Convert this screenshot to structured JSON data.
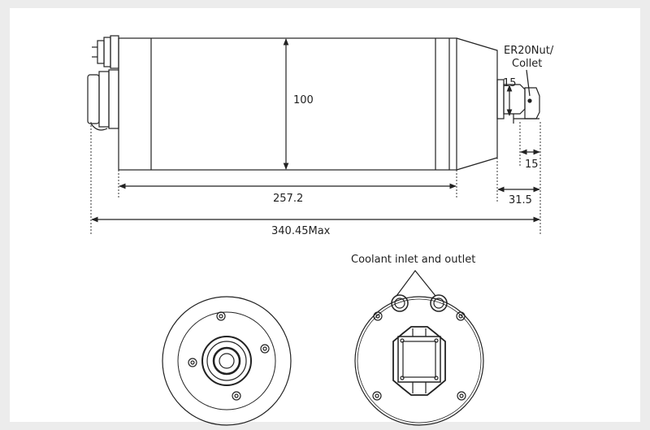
{
  "labels": {
    "diameter": "100",
    "body_length": "257.2",
    "total_length": "340.45Max",
    "nose_length": "31.5",
    "collet_width": "15",
    "collet_diameter": "15",
    "collet_title_line1": "ER20Nut/",
    "collet_title_line2": "Collet",
    "coolant": "Coolant inlet and outlet"
  },
  "colors": {
    "line": "#222222",
    "background": "#ececec",
    "panel": "#ffffff"
  }
}
